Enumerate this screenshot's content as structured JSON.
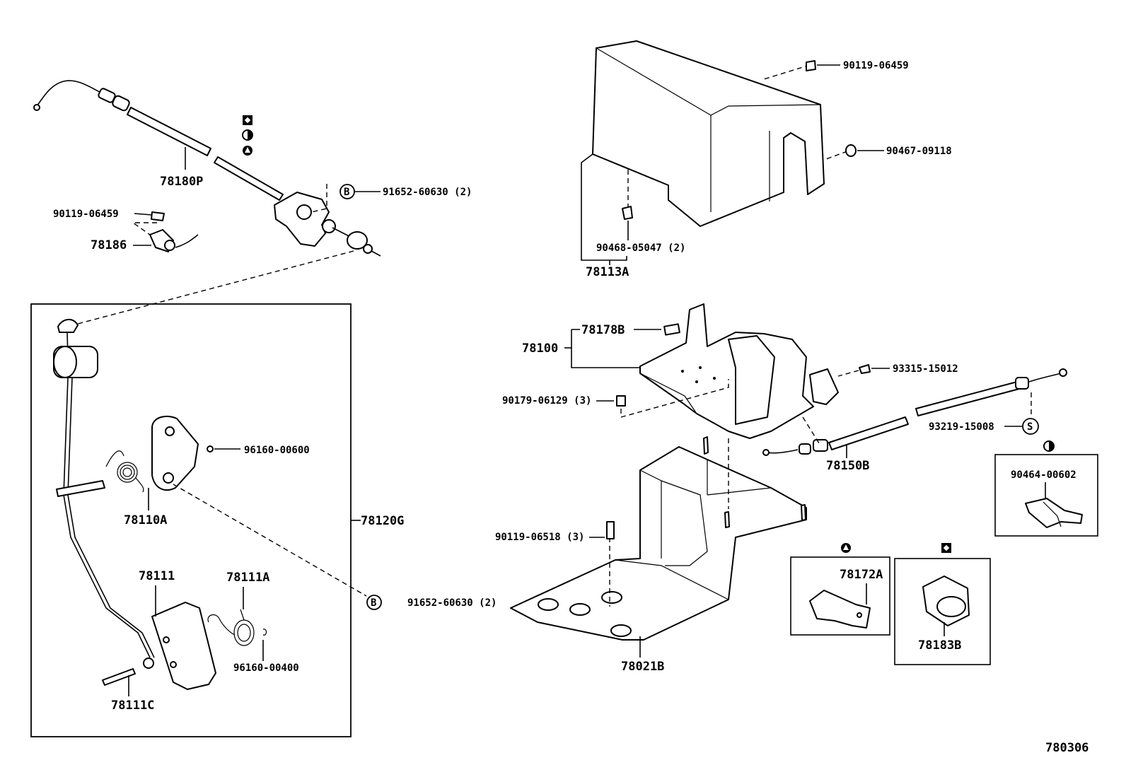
{
  "diagram_id": "780306",
  "labels": {
    "l78180P": "78180P",
    "l91652_top": "91652-60630 (2)",
    "l90119_left": "90119-06459",
    "l78186": "78186",
    "l96160_600": "96160-00600",
    "l78110A": "78110A",
    "l78120G": "78120G",
    "l78111": "78111",
    "l78111A": "78111A",
    "l96160_400": "96160-00400",
    "l78111C": "78111C",
    "l91652_bot": "91652-60630 (2)",
    "l90119_top": "90119-06459",
    "l90467": "90467-09118",
    "l90468": "90468-05047 (2)",
    "l78113A": "78113A",
    "l78178B": "78178B",
    "l78100": "78100",
    "l93315": "93315-15012",
    "l90179": "90179-06129 (3)",
    "l93219": "93219-15008",
    "l78150B": "78150B",
    "l90464": "90464-00602",
    "l90119_518": "90119-06518 (3)",
    "l78172A": "78172A",
    "l78183B": "78183B",
    "l78021B": "78021B"
  },
  "markers": {
    "b_letter": "B",
    "s_letter": "S"
  },
  "legend_symbols": [
    "square-diamond-symbol",
    "half-circle-symbol",
    "triangle-circle-symbol"
  ]
}
